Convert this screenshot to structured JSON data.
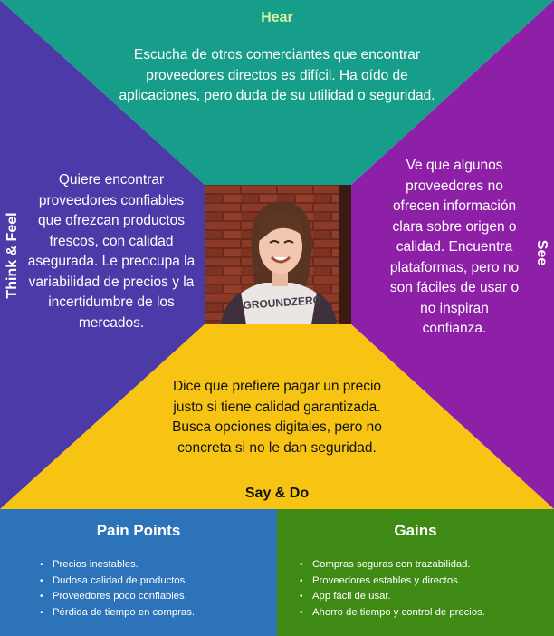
{
  "colors": {
    "hear": "#179e8a",
    "see": "#8e1fa7",
    "think": "#4c3aa8",
    "say": "#f7c413",
    "pain": "#2d73b9",
    "gains": "#3f8a14",
    "hear_title": "#d8f0a6",
    "say_title": "#111111"
  },
  "hear": {
    "title": "Hear",
    "text": "Escucha de otros comerciantes que encontrar proveedores directos es difícil. Ha oído de aplicaciones, pero duda de su utilidad o seguridad."
  },
  "think_feel": {
    "title": "Think & Feel",
    "text": "Quiere encontrar proveedores confiables que ofrezcan productos frescos, con calidad asegurada. Le preocupa la variabilidad de precios y la incertidumbre de los mercados."
  },
  "see": {
    "title": "See",
    "text": "Ve que algunos proveedores no ofrecen información clara sobre origen o calidad. Encuentra plataformas, pero no son fáciles de usar o no inspiran confianza."
  },
  "say_do": {
    "title": "Say & Do",
    "text": "Dice que prefiere pagar un precio justo si tiene calidad garantizada. Busca opciones digitales, pero no concreta si no le dan seguridad."
  },
  "photo": {
    "shirt_text": "GROUNDZERO"
  },
  "pain_points": {
    "title": "Pain Points",
    "items": [
      "Precios inestables.",
      "Dudosa calidad de productos.",
      "Proveedores poco confiables.",
      "Pérdida de tiempo en compras."
    ]
  },
  "gains": {
    "title": "Gains",
    "items": [
      "Compras seguras con trazabilidad.",
      "Proveedores estables y directos.",
      "App fácil de usar.",
      "Ahorro de tiempo y control de precios."
    ]
  }
}
